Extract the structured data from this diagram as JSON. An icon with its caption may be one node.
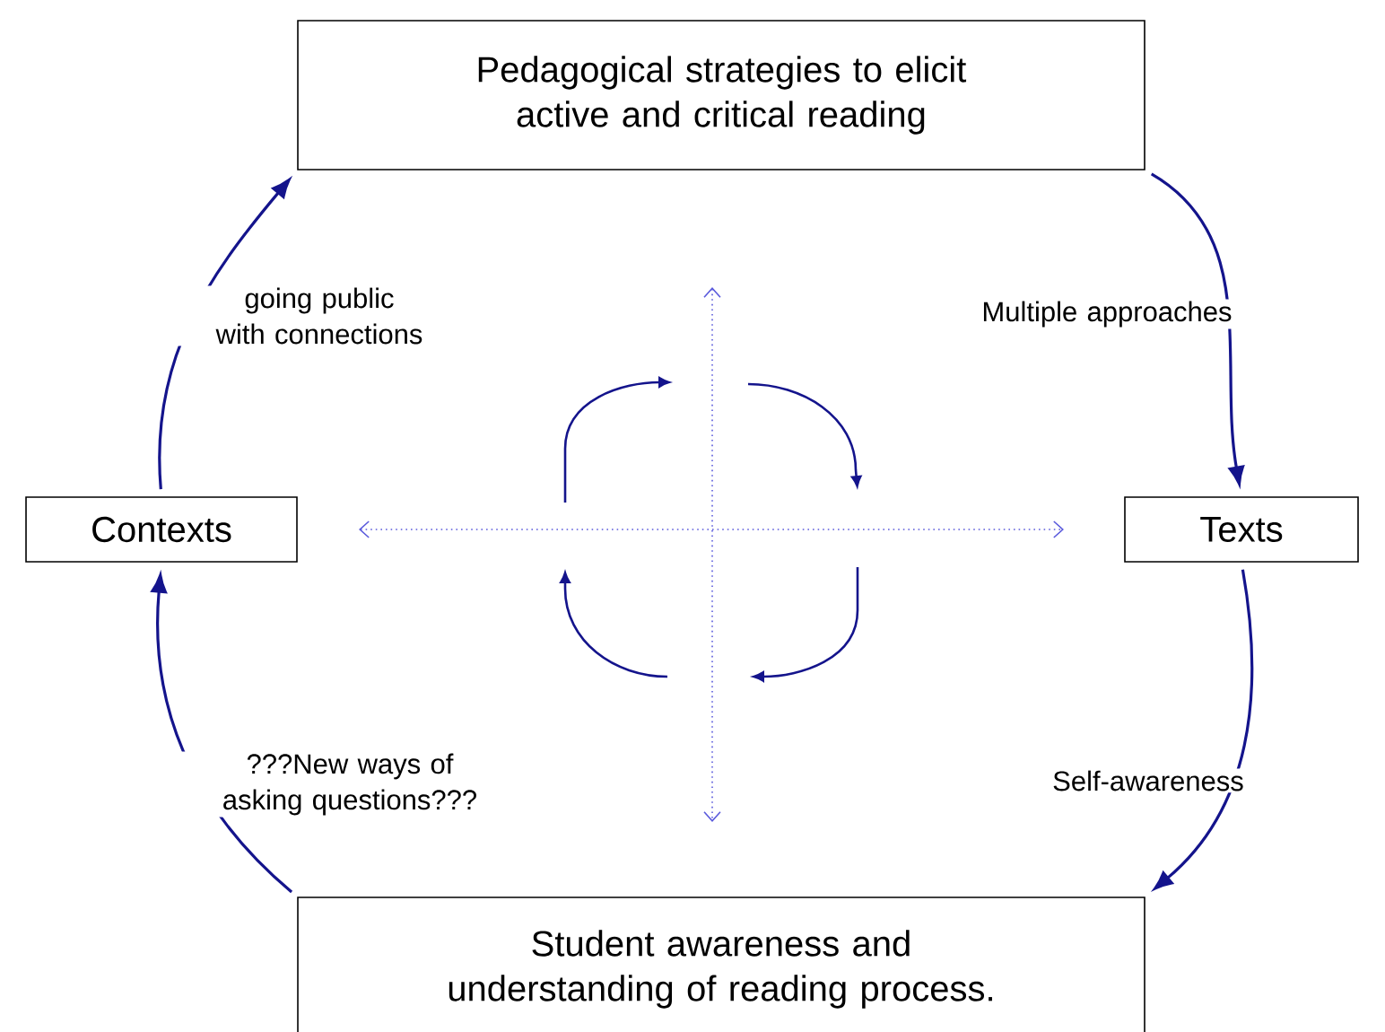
{
  "diagram": {
    "nodes": [
      {
        "text": [
          "Pedagogical strategies to elicit active and critical reading"
        ]
      },
      {
        "text": [
          "Contexts"
        ]
      },
      {
        "text": [
          "Texts"
        ]
      },
      {
        "text": [
          "Student awareness and understanding of reading process."
        ]
      }
    ],
    "edges": [
      {
        "from": 1,
        "to": 0,
        "arrow": "to",
        "label": "going public with connections"
      },
      {
        "from": 0,
        "to": 2,
        "arrow": "to",
        "label": "Multiple approaches"
      },
      {
        "from": 2,
        "to": 3,
        "arrow": "to",
        "label": "Self-awareness"
      },
      {
        "from": 3,
        "to": 1,
        "arrow": "to",
        "label": "???New ways of asking questions???"
      }
    ]
  }
}
